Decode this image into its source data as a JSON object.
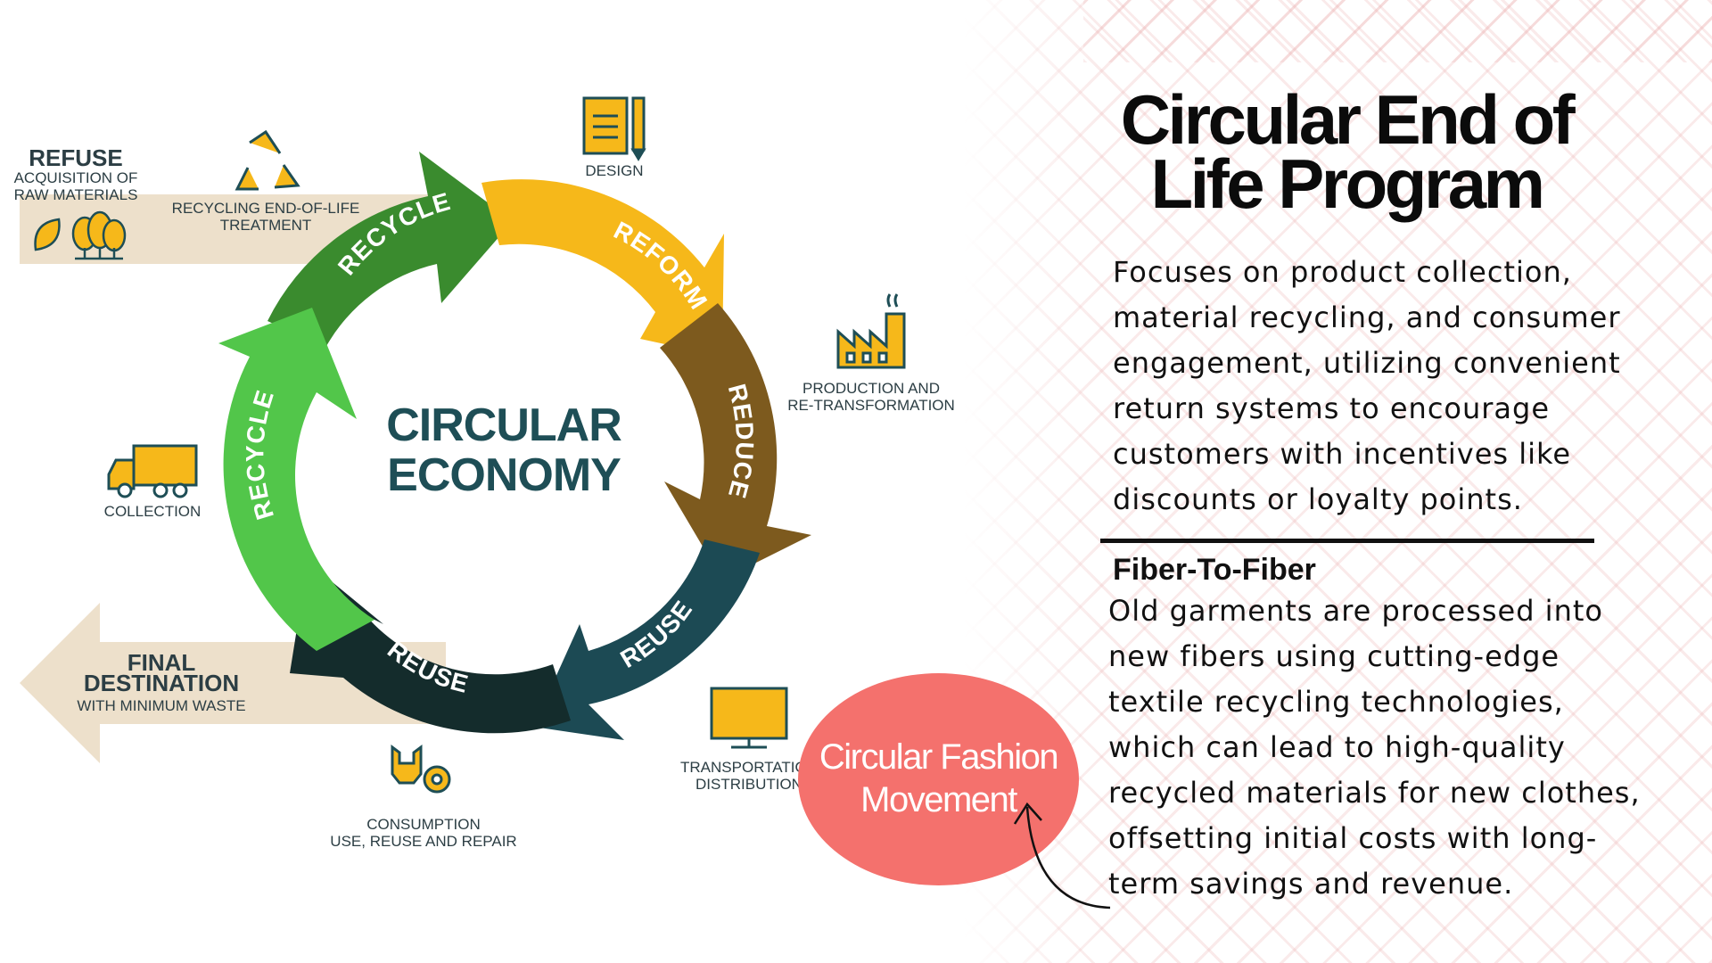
{
  "title": "Circular End of Life Program",
  "description": "Focuses on product collection, material recycling, and consumer engagement, utilizing convenient return systems to encourage customers with incentives like discounts or loyalty points.",
  "fiber_heading": "Fiber-To-Fiber",
  "fiber_text": "Old garments are processed into new fibers using cutting-edge textile recycling technologies, which can lead to high-quality recycled materials for new clothes, offsetting initial costs with long-term savings and revenue.",
  "movement_label": "Circular Fashion Movement",
  "diagram": {
    "center_line1": "CIRCULAR",
    "center_line2": "ECONOMY",
    "segments": [
      {
        "label": "RECYCLE",
        "color": "#3a8b2e"
      },
      {
        "label": "REFORM",
        "color": "#f6b81a"
      },
      {
        "label": "REDUCE",
        "color": "#7d5a1e"
      },
      {
        "label": "REUSE",
        "color": "#1c4a54"
      },
      {
        "label": "REUSE",
        "color": "#142c2c"
      },
      {
        "label": "RECYCLE",
        "color": "#52c64a"
      }
    ],
    "stages": {
      "refuse": {
        "title": "REFUSE",
        "line1": "ACQUISITION OF",
        "line2": "RAW MATERIALS"
      },
      "recycling": {
        "line1": "RECYCLING END-OF-LIFE",
        "line2": "TREATMENT"
      },
      "design": {
        "line1": "DESIGN"
      },
      "production": {
        "line1": "PRODUCTION AND",
        "line2": "RE-TRANSFORMATION"
      },
      "collection": {
        "line1": "COLLECTION"
      },
      "transportation": {
        "line1": "TRANSPORTATION",
        "line2": "DISTRIBUTION"
      },
      "consumption": {
        "line1": "CONSUMPTION",
        "line2": "USE, REUSE AND REPAIR"
      },
      "final": {
        "title1": "FINAL",
        "title2": "DESTINATION",
        "line1": "WITH MINIMUM WASTE"
      }
    },
    "icons": [
      "recycle-symbol-icon",
      "document-pencil-icon",
      "factory-icon",
      "truck-icon",
      "monitor-icon",
      "wrench-gear-icon",
      "leaf-tree-icon"
    ]
  },
  "colors": {
    "accent_yellow": "#f6b81a",
    "teal_text": "#1e4e56",
    "arrow_beige": "#ede0cb",
    "blob_coral": "#f4716d"
  }
}
